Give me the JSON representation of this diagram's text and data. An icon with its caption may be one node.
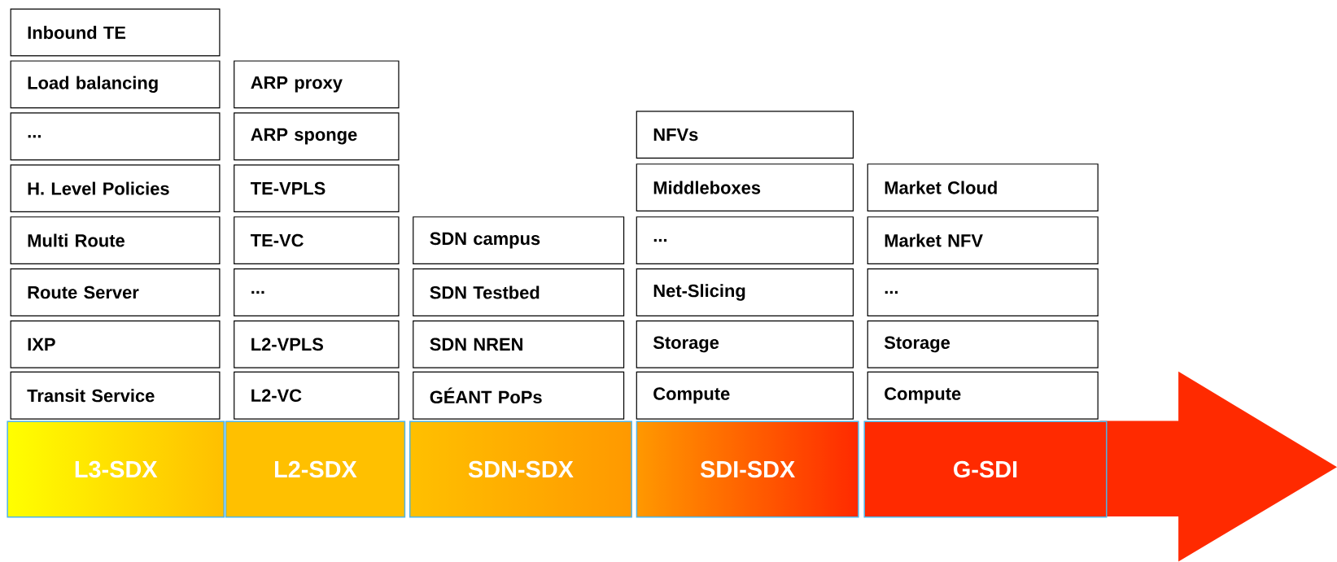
{
  "diagram": {
    "nodes": [
      {
        "text": [
          "Inbound TE"
        ]
      },
      {
        "text": [
          "Load balancing"
        ]
      },
      {
        "text": [
          "..."
        ]
      },
      {
        "text": [
          "H. Level Policies"
        ]
      },
      {
        "text": [
          "Multi Route"
        ]
      },
      {
        "text": [
          "Route Server"
        ]
      },
      {
        "text": [
          "IXP"
        ]
      },
      {
        "text": [
          "Transit Service"
        ]
      },
      {
        "text": [
          "ARP proxy"
        ]
      },
      {
        "text": [
          "ARP sponge"
        ]
      },
      {
        "text": [
          "TE-VPLS"
        ]
      },
      {
        "text": [
          "TE-VC"
        ]
      },
      {
        "text": [
          "..."
        ]
      },
      {
        "text": [
          "L2-VPLS"
        ]
      },
      {
        "text": [
          "L2-VC"
        ]
      },
      {
        "text": [
          "SDN campus"
        ]
      },
      {
        "text": [
          "SDN Testbed"
        ]
      },
      {
        "text": [
          "SDN NREN"
        ]
      },
      {
        "text": [
          "GÉANT PoPs"
        ]
      },
      {
        "text": [
          "NFVs"
        ]
      },
      {
        "text": [
          "Middleboxes"
        ]
      },
      {
        "text": [
          "..."
        ]
      },
      {
        "text": [
          "Net-Slicing"
        ]
      },
      {
        "text": [
          "Storage"
        ]
      },
      {
        "text": [
          "Compute"
        ]
      },
      {
        "text": [
          "Market Cloud"
        ]
      },
      {
        "text": [
          "Market NFV"
        ]
      },
      {
        "text": [
          "..."
        ]
      },
      {
        "text": [
          "Storage"
        ]
      },
      {
        "text": [
          "Compute"
        ]
      },
      {
        "text": [
          "L3-SDX"
        ]
      },
      {
        "text": [
          "L2-SDX"
        ]
      },
      {
        "text": [
          "SDN-SDX"
        ]
      },
      {
        "text": [
          "SDI-SDX"
        ]
      },
      {
        "text": [
          "G-SDI"
        ]
      }
    ]
  }
}
